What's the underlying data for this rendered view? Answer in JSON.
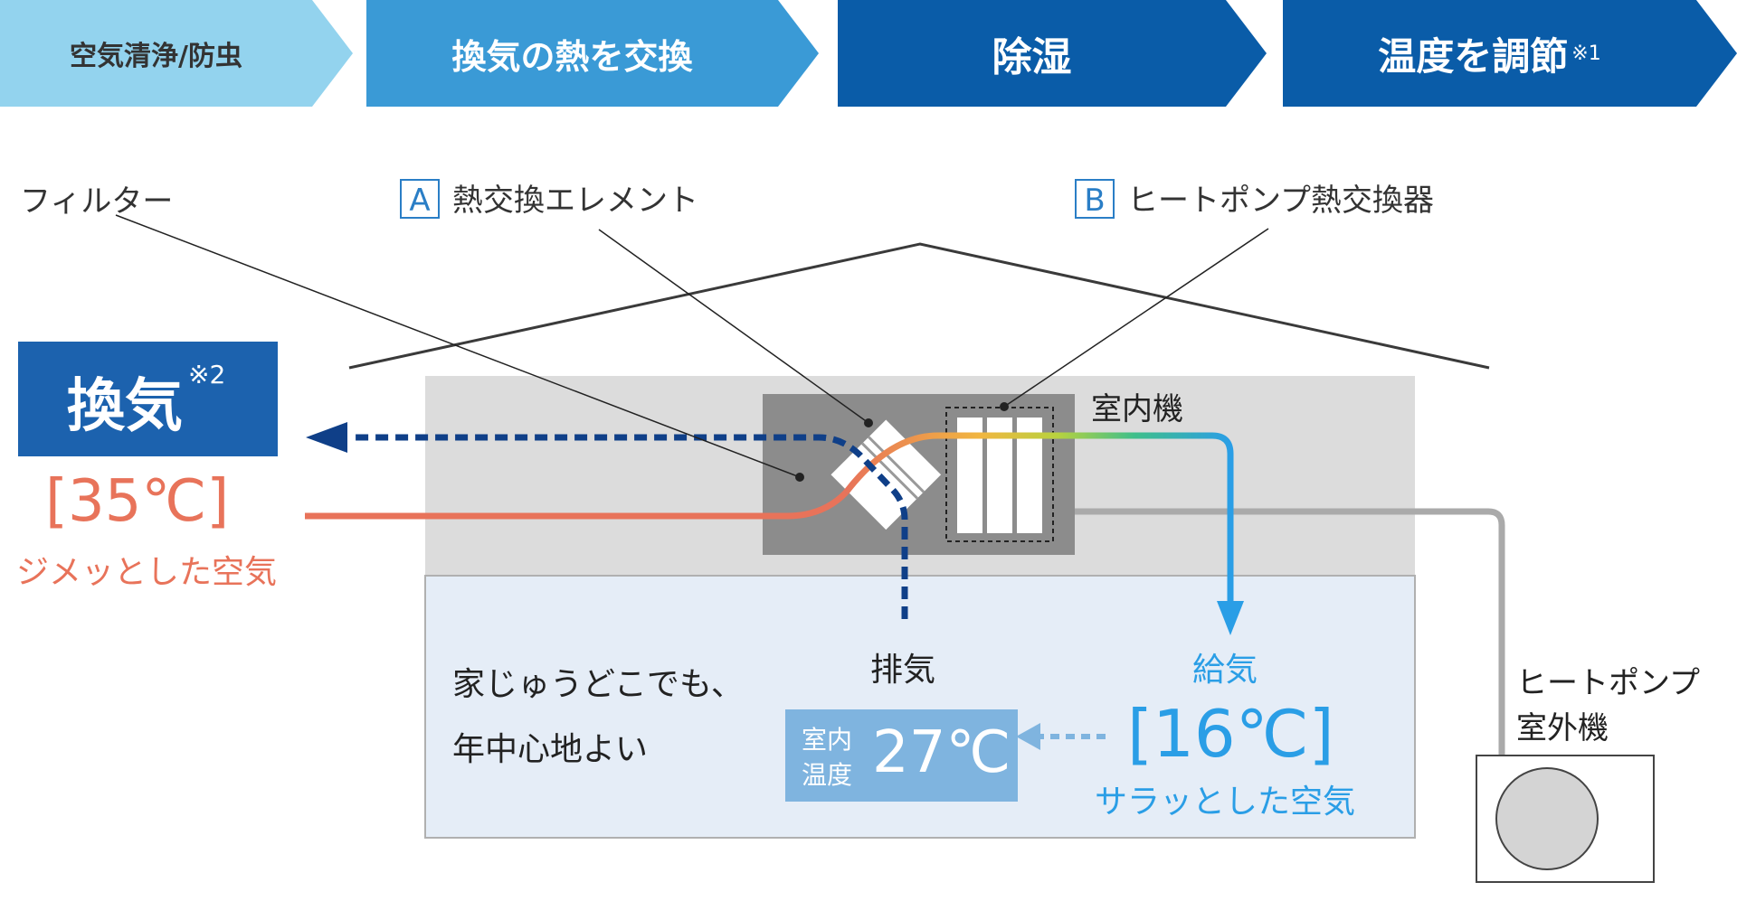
{
  "steps": [
    {
      "main": "空気清浄/防虫",
      "note": ""
    },
    {
      "main": "換気の熱を交換",
      "note": ""
    },
    {
      "main": "除湿",
      "note": ""
    },
    {
      "main": "温度を調節",
      "note": "※1"
    }
  ],
  "labels": {
    "filter": "フィルター",
    "element_code": "A",
    "element": "熱交換エレメント",
    "hp_exchanger_code": "B",
    "hp_exchanger": "ヒートポンプ熱交換器",
    "indoor_unit": "室内機",
    "exhaust": "排気",
    "supply": "給気",
    "outdoor_unit_line1": "ヒートポンプ",
    "outdoor_unit_line2": "室外機"
  },
  "ventilation": {
    "title": "換気",
    "note": "※2"
  },
  "outdoor_air": {
    "temp": "[35℃]",
    "desc": "ジメッとした空気"
  },
  "supply_air": {
    "temp": "[16℃]",
    "desc": "サラッとした空気"
  },
  "indoor": {
    "label_line1": "室内",
    "label_line2": "温度",
    "temp": "27℃"
  },
  "message": {
    "line1": "家じゅうどこでも、",
    "line2": "年中心地よい"
  },
  "colors": {
    "step1": "#93d3ee",
    "step2": "#3a9ad6",
    "step3": "#0a5ca8",
    "step4": "#0a5ca8",
    "navy": "#0f3f88",
    "warm": "#e8735a",
    "cool": "#2a9ee6",
    "room": "#e5edf7",
    "ceiling": "#dcdcdc",
    "unit": "#8c8c8c"
  }
}
